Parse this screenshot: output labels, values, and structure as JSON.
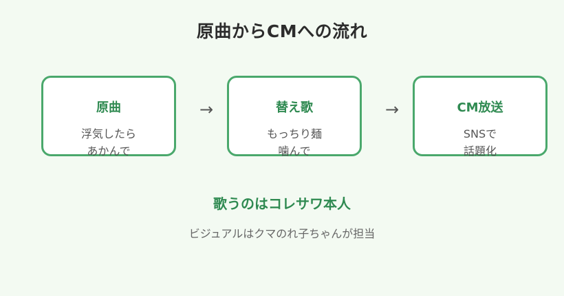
{
  "title": "原曲からCMへの流れ",
  "steps": [
    {
      "heading": "原曲",
      "lines": [
        "浮気したら",
        "あかんで"
      ]
    },
    {
      "heading": "替え歌",
      "lines": [
        "もっちり麺",
        "噛んで"
      ]
    },
    {
      "heading": "CM放送",
      "lines": [
        "SNSで",
        "話題化"
      ]
    }
  ],
  "arrow": "→",
  "note": {
    "heading": "歌うのはコレサワ本人",
    "body": "ビジュアルはクマのれ子ちゃんが担当"
  },
  "colors": {
    "background": "#f3faf2",
    "accent": "#4aa86c",
    "accent_text": "#2f8a51"
  }
}
